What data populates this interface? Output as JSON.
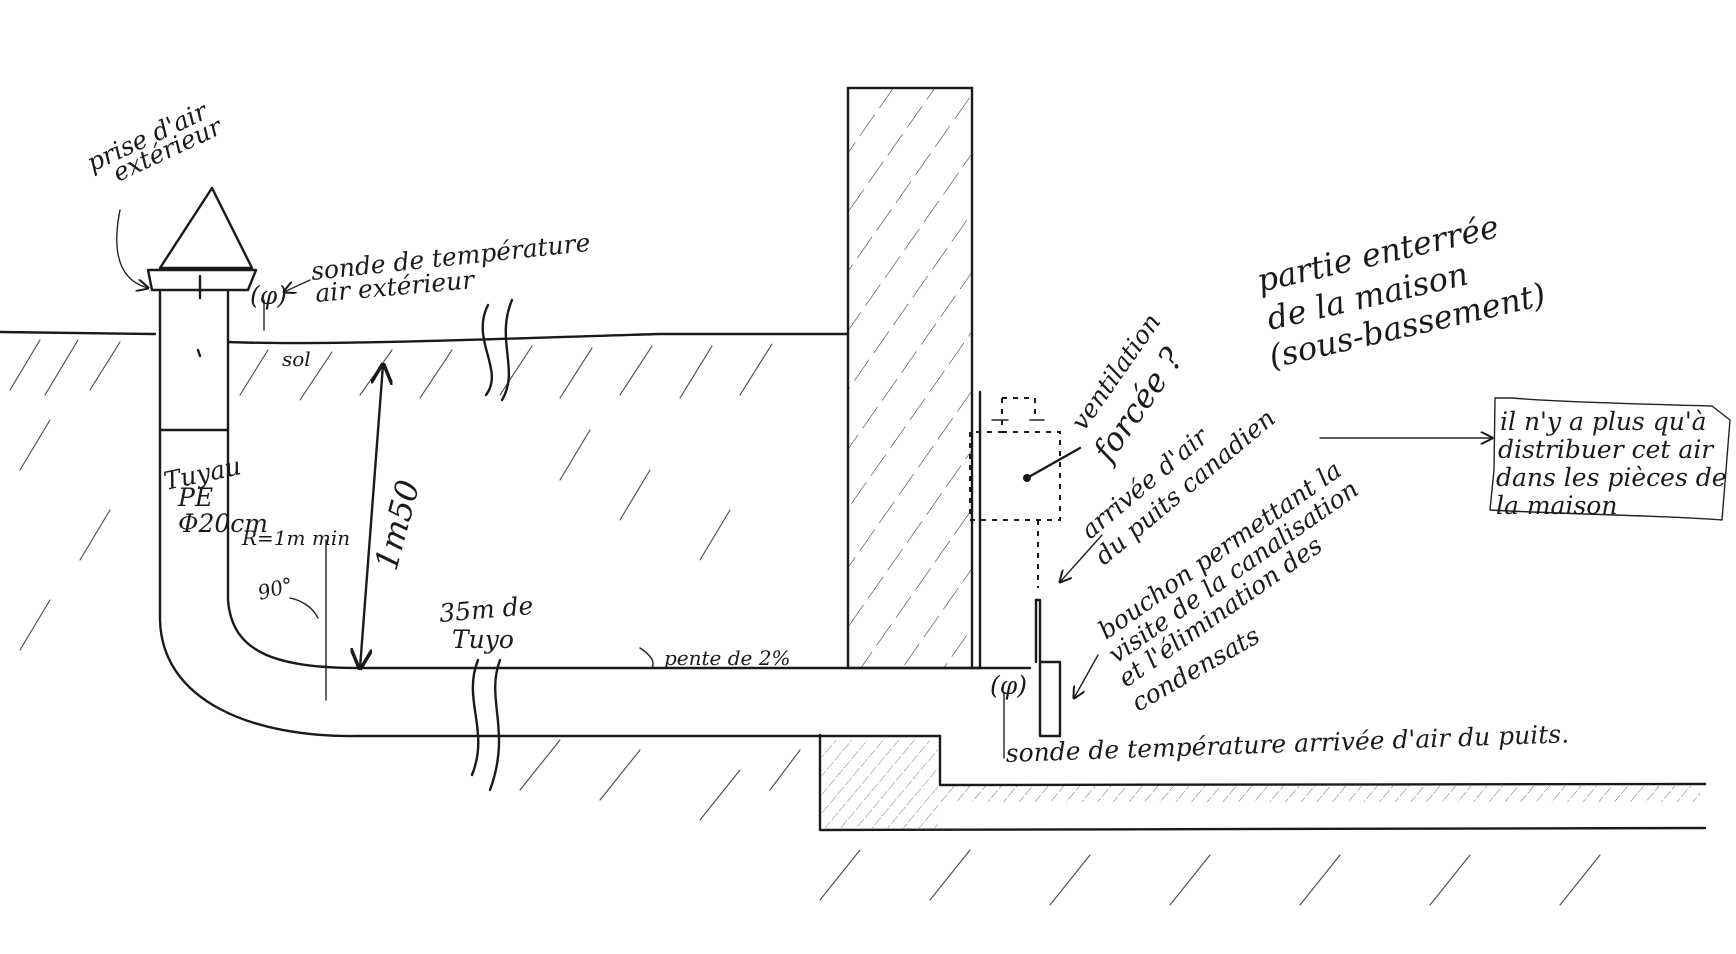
{
  "labels": {
    "intake_line1": "prise d'air",
    "intake_line2": "extérieur",
    "probe_symbol": "(φ)",
    "outdoor_probe_line1": "sonde de température",
    "outdoor_probe_line2": "air extérieur",
    "ground": "sol",
    "pipe_line1": "Tuyau",
    "pipe_line2": "PE",
    "pipe_line3": "Φ20cm",
    "radius": "R=1m min",
    "angle": "90°",
    "depth": "1m50",
    "length_line1": "35m de",
    "length_line2": "Tuyo",
    "slope": "pente de 2%",
    "basement_line1": "partie enterrée",
    "basement_line2": "de la maison",
    "basement_line3": "(sous-bassement)",
    "forced_vent_line1": "ventilation",
    "forced_vent_line2": "forcée ?",
    "inlet_line1": "arrivée d'air",
    "inlet_line2": "du puits canadien",
    "plug_line1": "bouchon permettant la",
    "plug_line2": "visite de la canalisation",
    "plug_line3": "et l'élimination des",
    "plug_line4": "condensats",
    "note_line1": "il n'y a plus qu'à",
    "note_line2": "distribuer cet air",
    "note_line3": "dans les pièces de",
    "note_line4": "la maison",
    "inlet_probe_symbol": "(φ)",
    "inlet_probe": "sonde de température arrivée d'air du puits."
  }
}
